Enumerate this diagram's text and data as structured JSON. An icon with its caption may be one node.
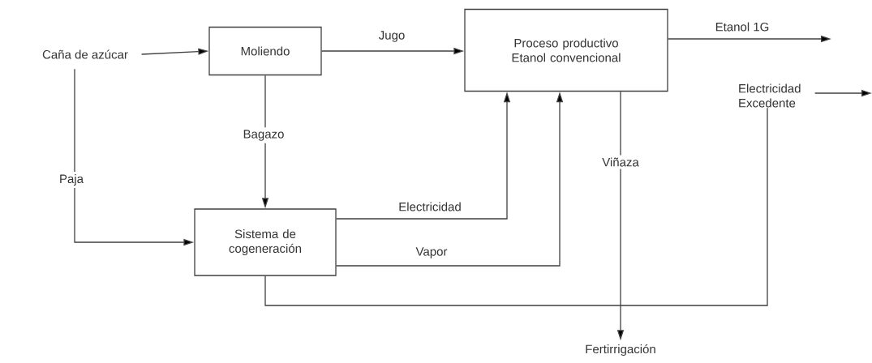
{
  "diagram": {
    "nodes": [
      {
        "text": [
          "Caña de azúcar"
        ]
      },
      {
        "text": [
          "Moliendo"
        ]
      },
      {
        "text": [
          "Proceso productivo Etanol convencional"
        ]
      },
      {
        "text": [
          "Sistema de cogeneración"
        ]
      },
      {
        "text": [
          "Fertirrigación"
        ]
      },
      {
        "text": [
          "Electricidad Excedente"
        ]
      }
    ],
    "edges": [
      {
        "from": 0,
        "to": 1,
        "arrow": "to"
      },
      {
        "from": 1,
        "to": 2,
        "arrow": "to",
        "label": "Jugo"
      },
      {
        "from": 1,
        "to": 3,
        "arrow": "to",
        "label": "Bagazo"
      },
      {
        "from": 0,
        "to": 3,
        "arrow": "to",
        "label": "Paja"
      },
      {
        "from": 3,
        "to": 2,
        "arrow": "to",
        "label": "Electricidad"
      },
      {
        "from": 3,
        "to": 2,
        "arrow": "to",
        "label": "Vapor"
      },
      {
        "from": 2,
        "to": 4,
        "arrow": "to",
        "label": "Viñaza"
      },
      {
        "from": 3,
        "to": 5,
        "arrow": "none"
      },
      {
        "from": 2,
        "to": null,
        "arrow": "to",
        "label": "Etanol 1G"
      },
      {
        "from": 5,
        "to": null,
        "arrow": "to"
      }
    ]
  }
}
